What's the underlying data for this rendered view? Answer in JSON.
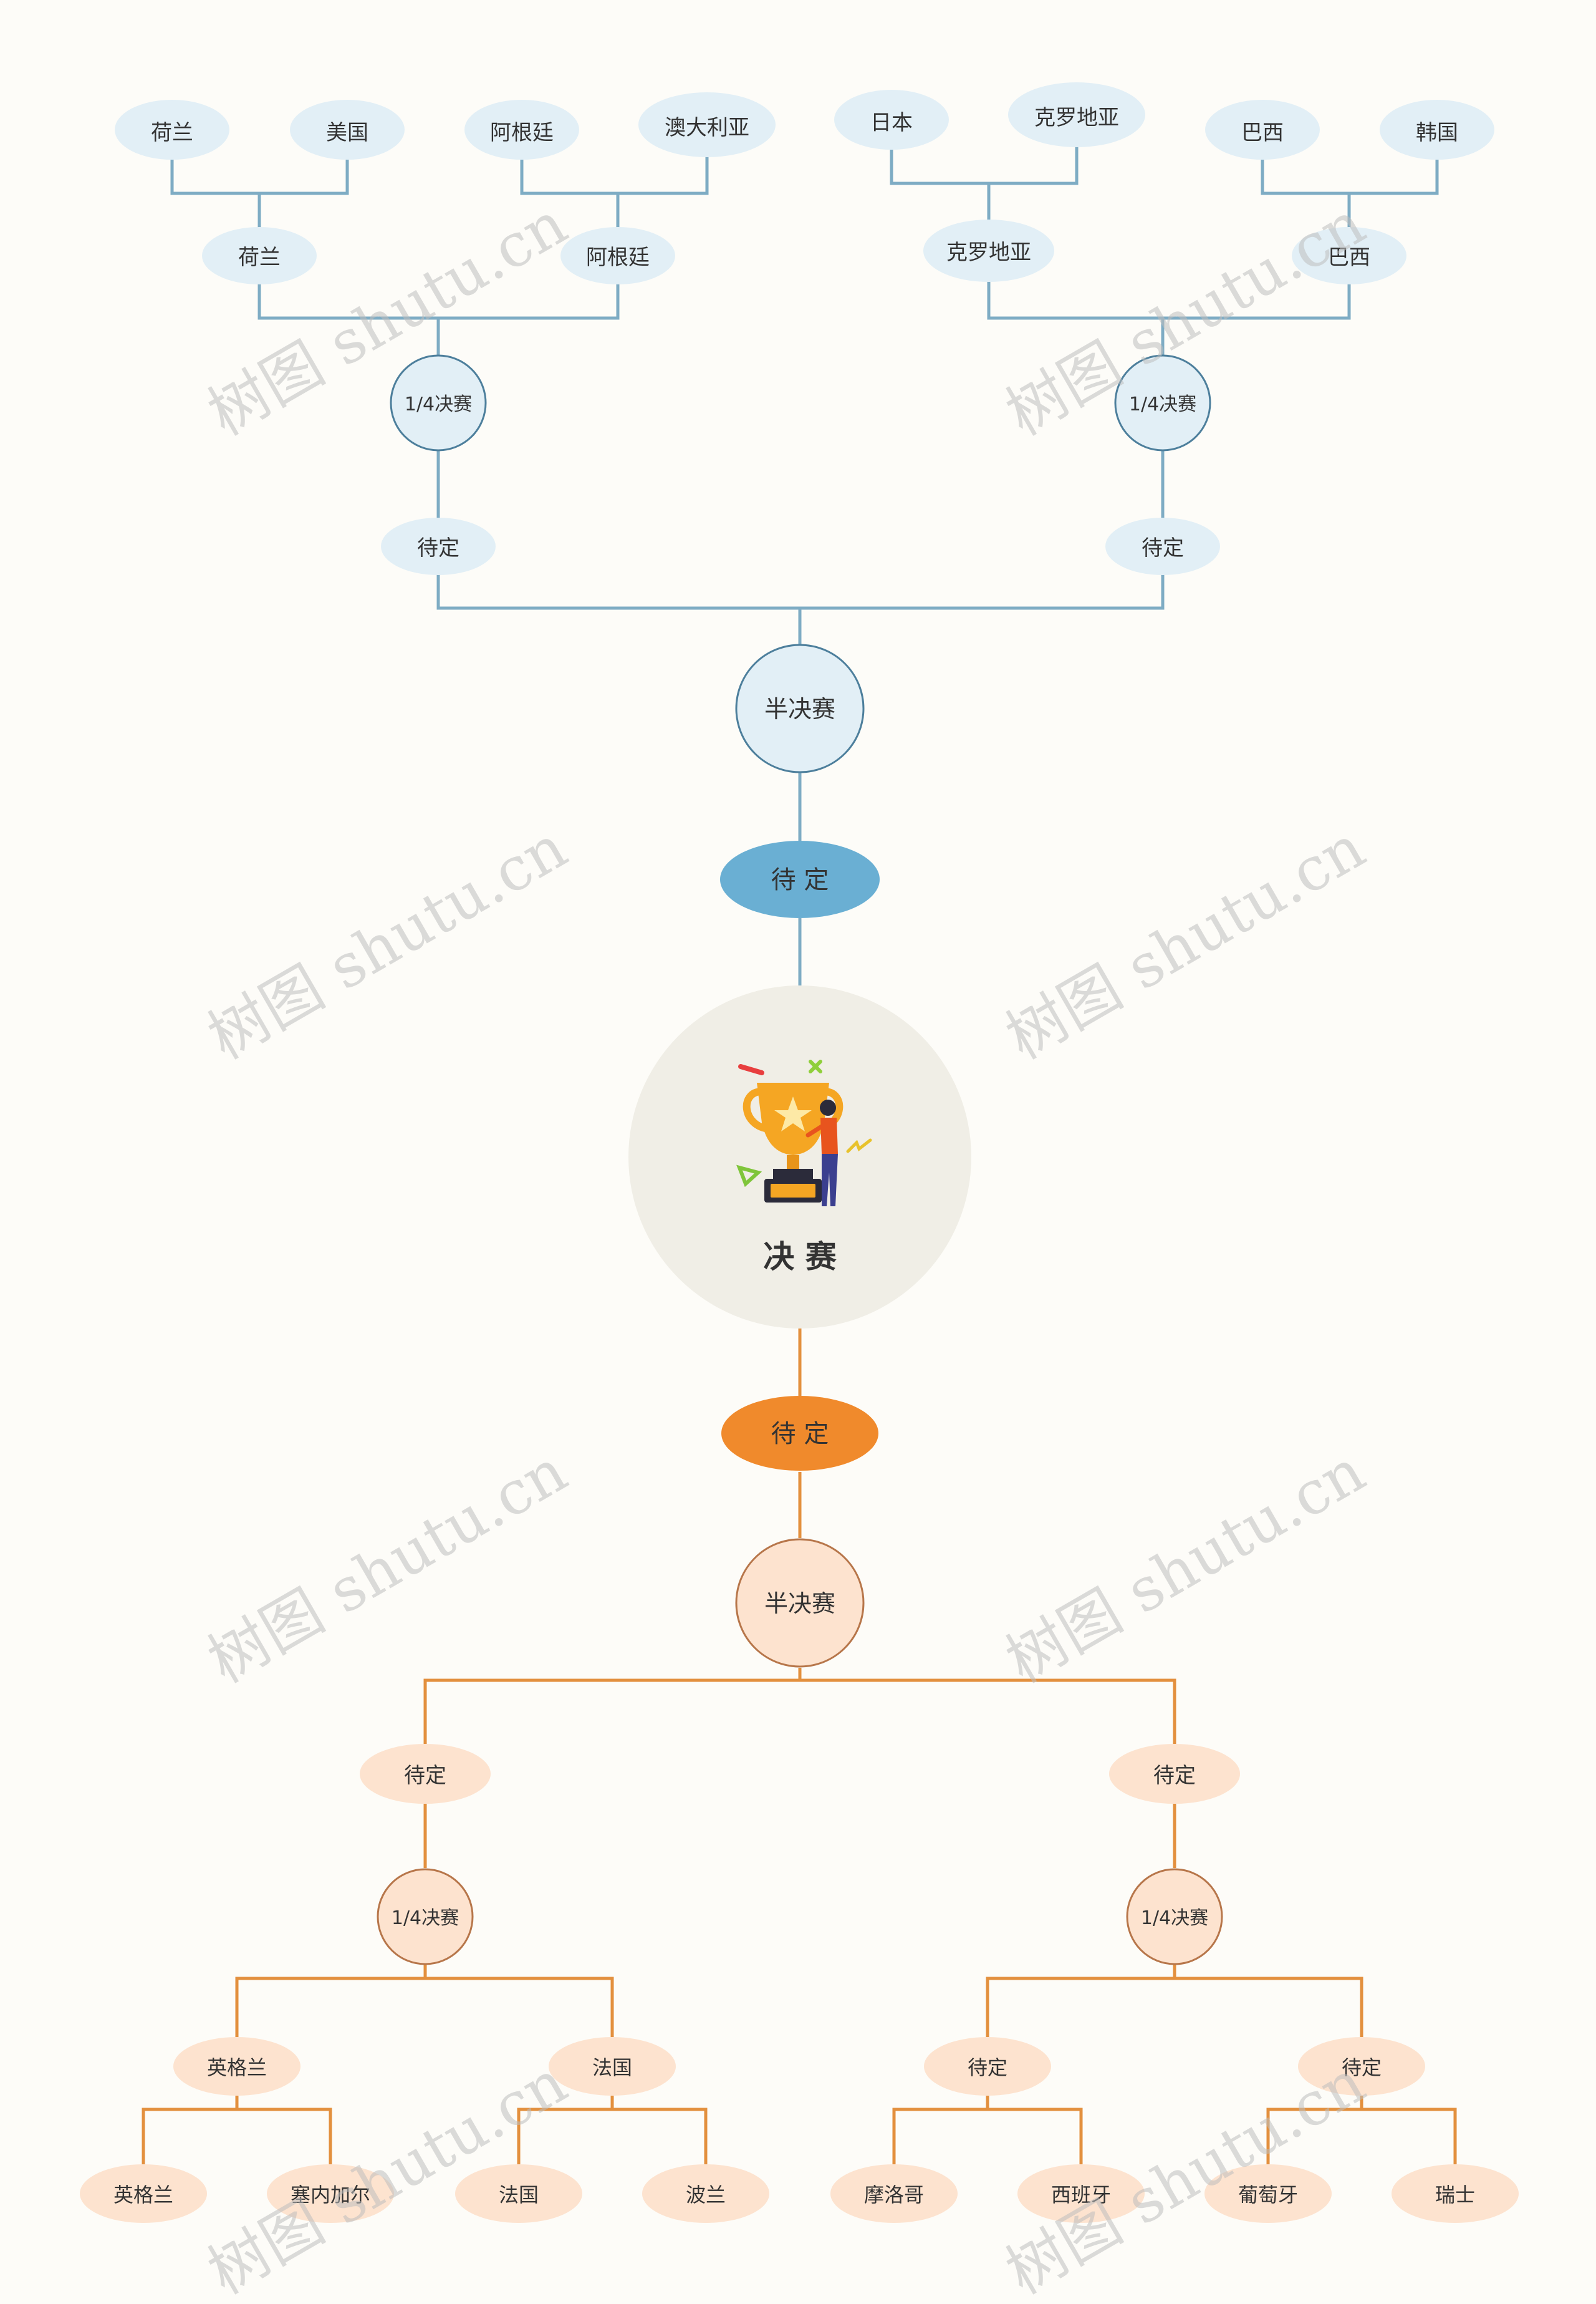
{
  "colors": {
    "blue_line": "#7eacc4",
    "blue_fill": "#e2eff6",
    "blue_border": "#4d7f9c",
    "blue_dark_fill": "#6aafd3",
    "orange_line": "#e3903e",
    "orange_fill": "#fde3cf",
    "orange_border": "#b7764a",
    "orange_dark_fill": "#f08a2c",
    "final_fill": "#f0eee6",
    "text_dark": "#333333",
    "watermark": "#cfcfcf"
  },
  "watermark_text": "树图 shutu.cn",
  "final": {
    "label": "决 赛"
  },
  "top": {
    "teams": [
      "荷兰",
      "美国",
      "阿根廷",
      "澳大利亚",
      "日本",
      "克罗地亚",
      "巴西",
      "韩国"
    ],
    "round2": [
      "荷兰",
      "阿根廷",
      "克罗地亚",
      "巴西"
    ],
    "quarter": [
      "1/4决赛",
      "1/4决赛"
    ],
    "pending": [
      "待定",
      "待定"
    ],
    "semi": "半决赛",
    "final_pending": "待 定"
  },
  "bottom": {
    "final_pending": "待 定",
    "semi": "半决赛",
    "pending": [
      "待定",
      "待定"
    ],
    "quarter": [
      "1/4决赛",
      "1/4决赛"
    ],
    "round2": [
      "英格兰",
      "法国",
      "待定",
      "待定"
    ],
    "teams": [
      "英格兰",
      "塞内加尔",
      "法国",
      "波兰",
      "摩洛哥",
      "西班牙",
      "葡萄牙",
      "瑞士"
    ]
  }
}
